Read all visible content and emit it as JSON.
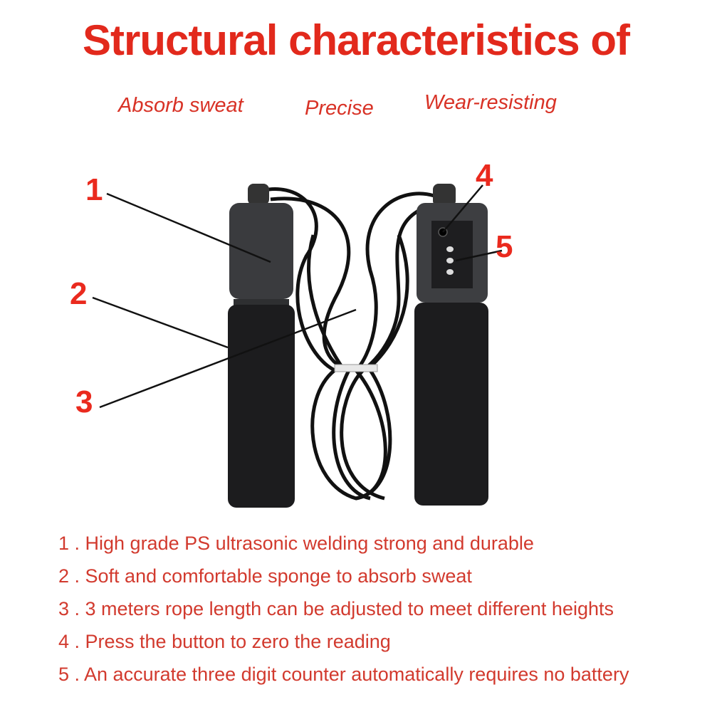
{
  "title": "Structural characteristics of",
  "features": [
    "Absorb sweat",
    "Precise",
    "Wear-resisting"
  ],
  "callouts": [
    "1",
    "2",
    "3",
    "4",
    "5"
  ],
  "descriptions": [
    "1 . High grade PS ultrasonic welding strong and durable",
    "2 . Soft and comfortable sponge to absorb sweat",
    "3 . 3 meters rope length can be adjusted to meet different heights",
    "4 . Press the button to zero the reading",
    "5 . An accurate three digit counter automatically requires no battery"
  ],
  "colors": {
    "accent": "#e2291c",
    "handle": "#3a3b3e",
    "foam": "#1c1c1e",
    "rope": "#111111"
  }
}
